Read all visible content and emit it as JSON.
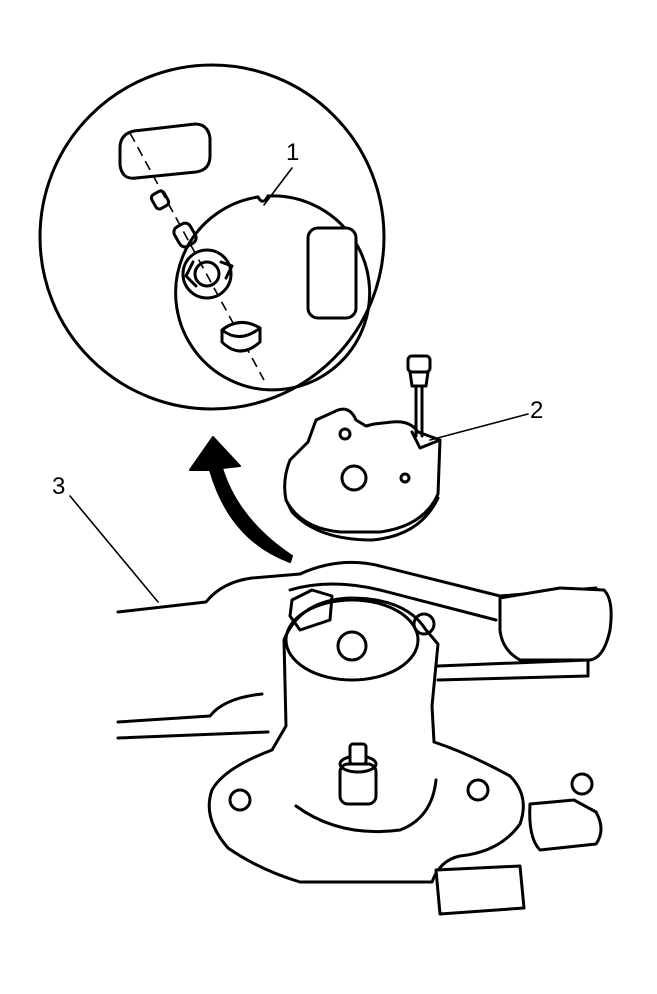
{
  "diagram": {
    "callouts": [
      {
        "id": "1",
        "label": "1"
      },
      {
        "id": "2",
        "label": "2"
      },
      {
        "id": "3",
        "label": "3"
      }
    ],
    "colors": {
      "line": "#000000",
      "background": "#ffffff"
    }
  }
}
